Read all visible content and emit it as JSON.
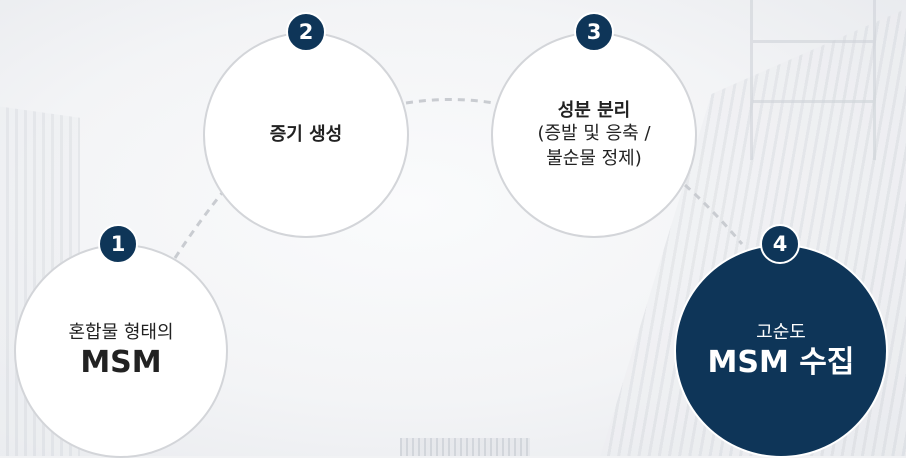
{
  "colors": {
    "accent_navy": "#0e3558",
    "circle_border": "#d3d5d9",
    "connector_dash": "#c9ccd1"
  },
  "steps": [
    {
      "number": "1",
      "top_text": "혼합물 형태의",
      "main_text": "MSM"
    },
    {
      "number": "2",
      "title": "증기 생성"
    },
    {
      "number": "3",
      "title": "성분 분리",
      "line1": "(증발 및 응축 /",
      "line2": "불순물 정제)"
    },
    {
      "number": "4",
      "top_text": "고순도",
      "main_text": "MSM 수집"
    }
  ]
}
